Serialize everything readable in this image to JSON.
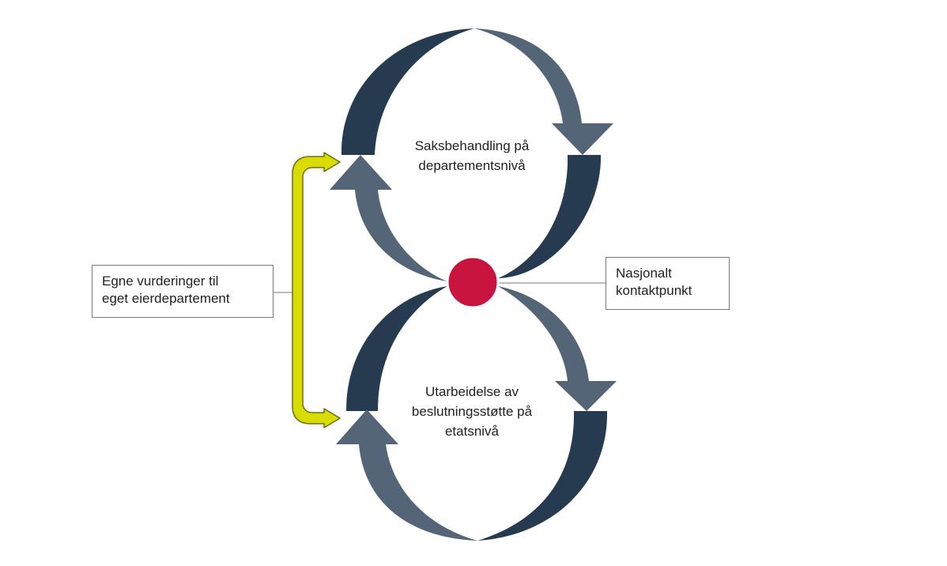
{
  "diagram": {
    "top_cycle": {
      "line1": "Saksbehandling på",
      "line2": "departementsnivå"
    },
    "bottom_cycle": {
      "line1": "Utarbeidelse av",
      "line2": "beslutningsstøtte på",
      "line3": "etatsnivå"
    },
    "left_callout": {
      "line1": "Egne vurderinger til",
      "line2": "eget eierdepartement"
    },
    "right_callout": {
      "line1": "Nasjonalt",
      "line2": "kontaktpunkt"
    }
  },
  "colors": {
    "dark_arrow": "#263b50",
    "light_arrow": "#536577",
    "yellow_arrow": "#d8dc00",
    "yellow_outline": "#6e6f12",
    "center_dot": "#c8143e",
    "connector_line": "#7a7a7a"
  }
}
